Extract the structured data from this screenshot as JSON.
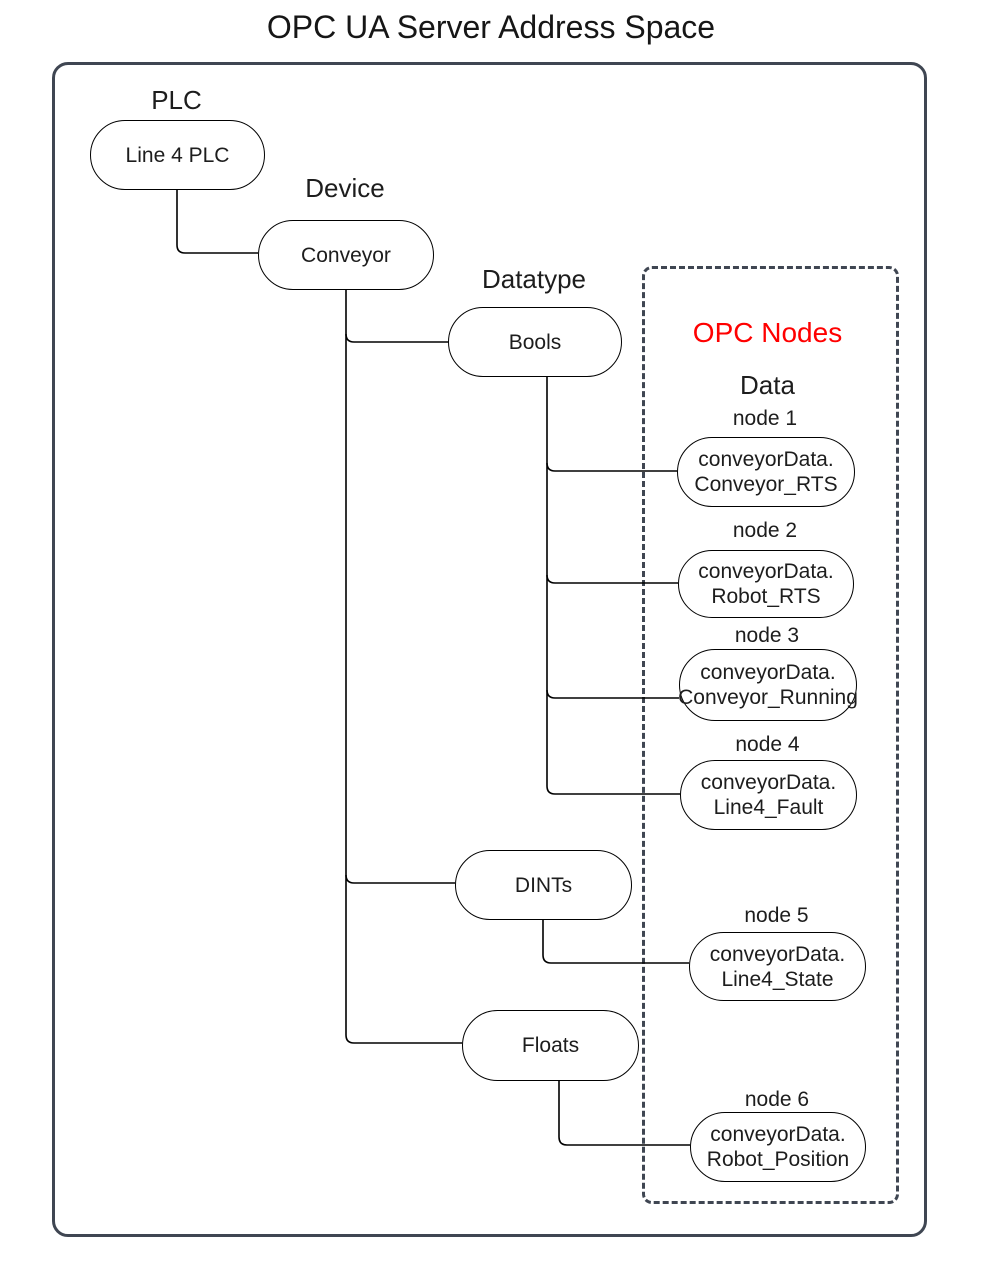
{
  "title": "OPC UA Server Address Space",
  "colors": {
    "opc_title_red": "#FF0000",
    "frame_gray": "#3F4652",
    "connector_black": "#000000"
  },
  "tree": {
    "plc_label": "PLC",
    "plc_node": "Line 4 PLC",
    "device_label": "Device",
    "device_node": "Conveyor",
    "datatype_label": "Datatype",
    "datatypes": [
      {
        "name": "Bools"
      },
      {
        "name": "DINTs"
      },
      {
        "name": "Floats"
      }
    ]
  },
  "opc_panel": {
    "title": "OPC Nodes",
    "subtitle": "Data",
    "nodes": [
      {
        "label": "node 1",
        "line1": "conveyorData.",
        "line2": "Conveyor_RTS"
      },
      {
        "label": "node 2",
        "line1": "conveyorData.",
        "line2": "Robot_RTS"
      },
      {
        "label": "node 3",
        "line1": "conveyorData.",
        "line2": "Conveyor_Running"
      },
      {
        "label": "node 4",
        "line1": "conveyorData.",
        "line2": "Line4_Fault"
      },
      {
        "label": "node 5",
        "line1": "conveyorData.",
        "line2": "Line4_State"
      },
      {
        "label": "node 6",
        "line1": "conveyorData.",
        "line2": "Robot_Position"
      }
    ]
  }
}
